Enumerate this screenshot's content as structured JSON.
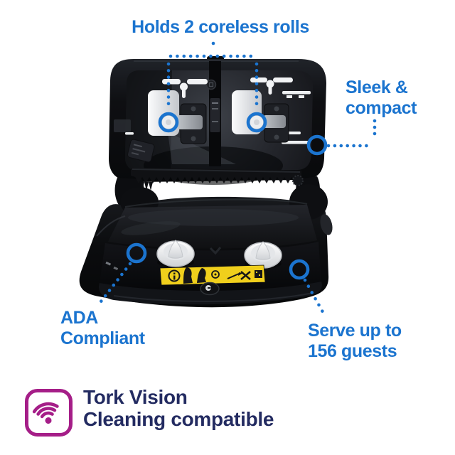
{
  "callouts": {
    "holds_rolls": {
      "text": "Holds 2 coreless rolls"
    },
    "sleek_compact": {
      "line1": "Sleek &",
      "line2": "compact"
    },
    "ada": {
      "line1": "ADA",
      "line2": "Compliant"
    },
    "serve": {
      "line1": "Serve up to",
      "line2": "156 guests"
    }
  },
  "footer": {
    "icon": "wifi-icon",
    "line1": "Tork Vision",
    "line2": "Cleaning compatible"
  },
  "product": {
    "illustration": "open-twin-coreless-roll-dispenser",
    "highlight_marker_count": 5,
    "warning_label": "yellow-instruction-label"
  },
  "colors": {
    "callout_blue": "#1b74cf",
    "footer_navy": "#232b61",
    "badge_magenta": "#a51e88",
    "label_yellow": "#f0cf1c",
    "product_black": "#0d0e11",
    "background": "#ffffff"
  }
}
